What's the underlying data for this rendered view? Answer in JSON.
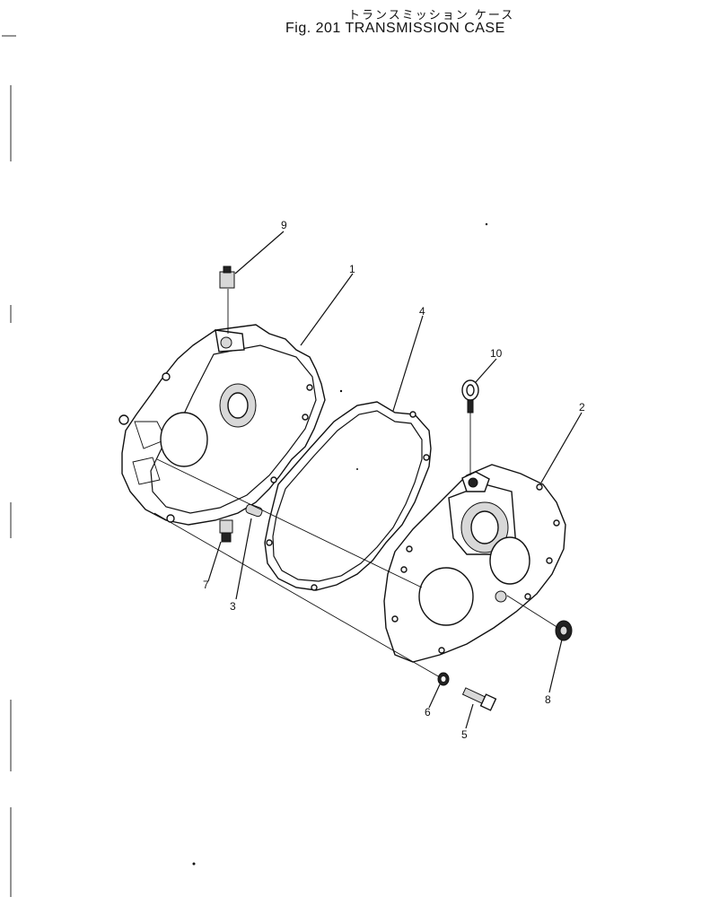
{
  "title_jp": "トランスミッション ケース",
  "title_en": "Fig. 201  TRANSMISSION CASE",
  "callouts": [
    "1",
    "2",
    "3",
    "4",
    "5",
    "6",
    "7",
    "8",
    "9",
    "10"
  ],
  "parts": [
    {
      "callout": "1",
      "icon": "transmission-case-front-icon"
    },
    {
      "callout": "2",
      "icon": "transmission-case-rear-icon"
    },
    {
      "callout": "3",
      "icon": "dowel-pin-icon"
    },
    {
      "callout": "4",
      "icon": "gasket-icon"
    },
    {
      "callout": "5",
      "icon": "bolt-icon"
    },
    {
      "callout": "6",
      "icon": "washer-icon"
    },
    {
      "callout": "7",
      "icon": "drain-plug-icon"
    },
    {
      "callout": "8",
      "icon": "plug-icon"
    },
    {
      "callout": "9",
      "icon": "breather-plug-icon"
    },
    {
      "callout": "10",
      "icon": "eye-bolt-icon"
    }
  ]
}
